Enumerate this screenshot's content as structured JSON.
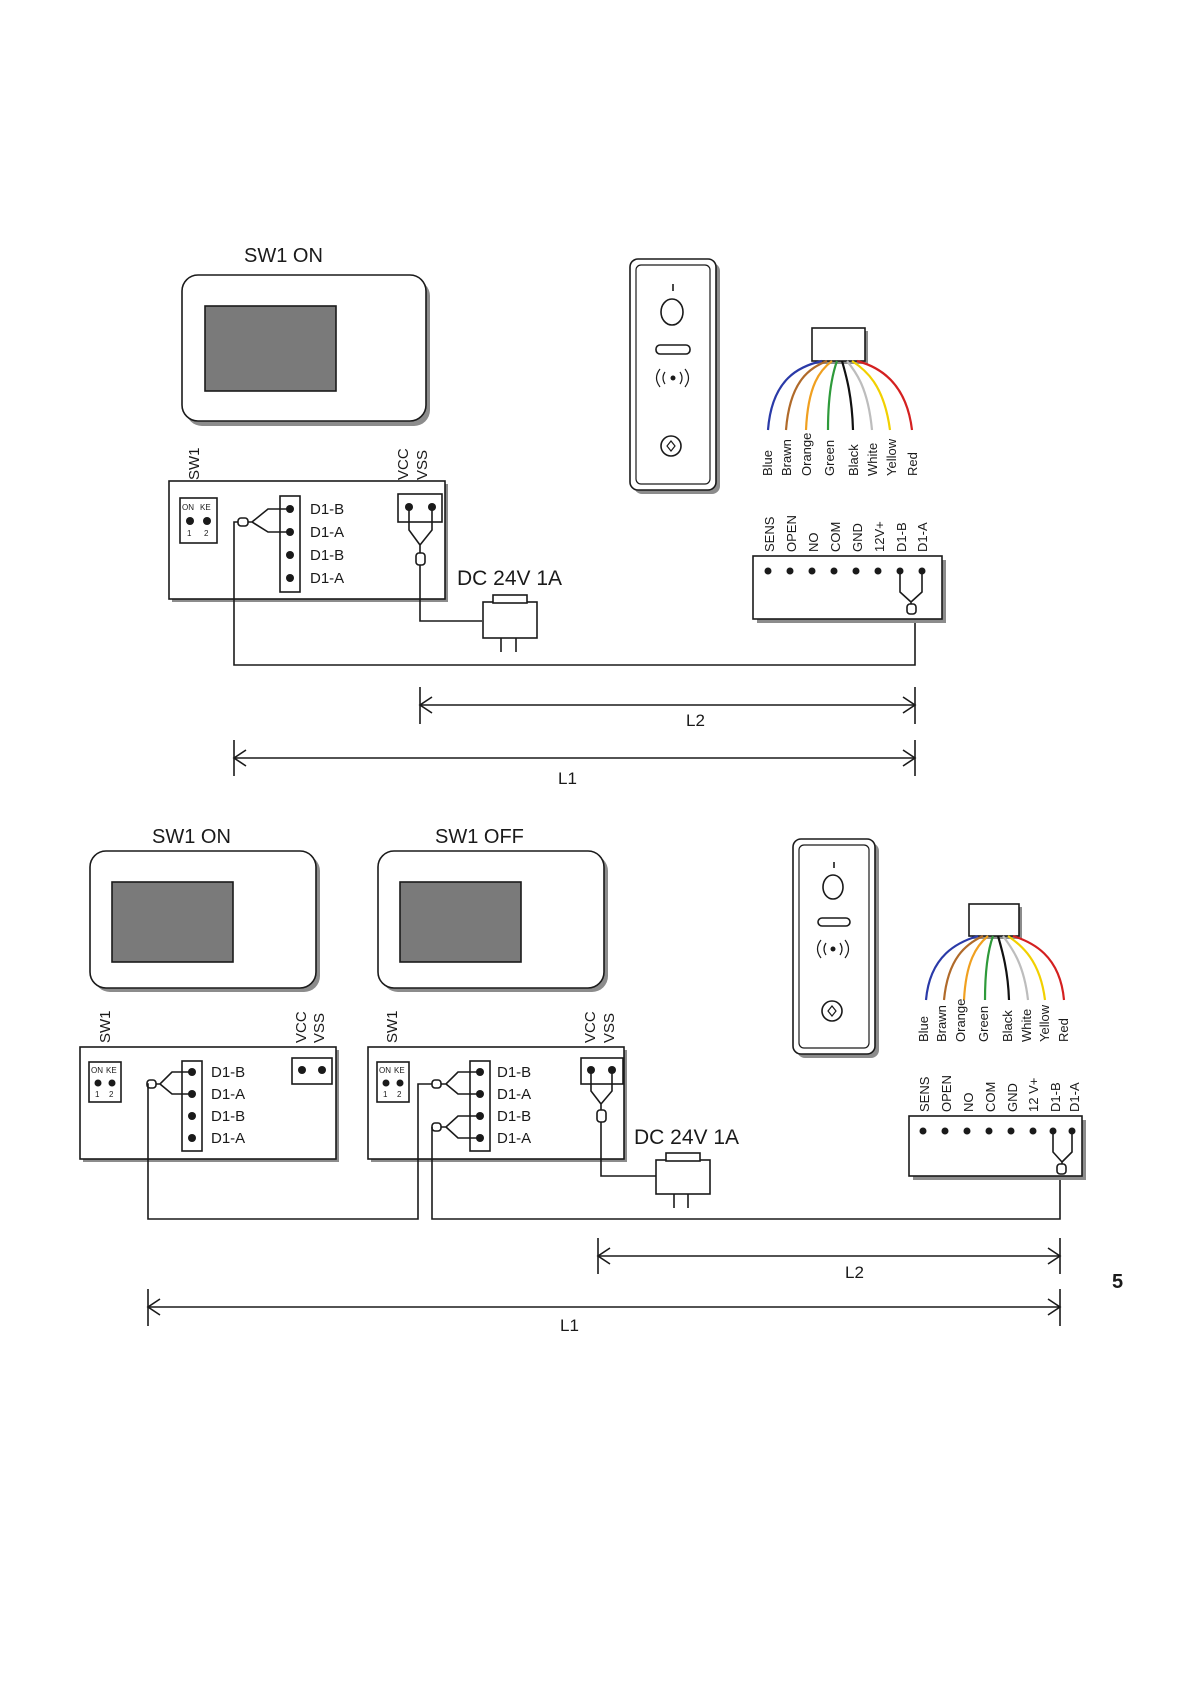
{
  "diagram1": {
    "monitor_title": "SW1 ON",
    "sw_label": "SW1",
    "sw_switch_labels": [
      "ON",
      "KE",
      "1",
      "2"
    ],
    "vcc_label": "VCC",
    "vss_label": "VSS",
    "terminals": [
      "D1-B",
      "D1-A",
      "D1-B",
      "D1-A"
    ],
    "power_label": "DC 24V 1A",
    "wires": [
      {
        "label": "Blue",
        "color": "#2a3aa8"
      },
      {
        "label": "Brawn",
        "color": "#b06a2a"
      },
      {
        "label": "Orange",
        "color": "#f0a020"
      },
      {
        "label": "Green",
        "color": "#2e9a3a"
      },
      {
        "label": "Black",
        "color": "#111111"
      },
      {
        "label": "White",
        "color": "#bdbdbd"
      },
      {
        "label": "Yellow",
        "color": "#f2d000"
      },
      {
        "label": "Red",
        "color": "#d42020"
      }
    ],
    "outdoor_terminals": [
      "SENS",
      "OPEN",
      "NO",
      "COM",
      "GND",
      "12V+",
      "D1-B",
      "D1-A"
    ],
    "dim_l2": "L2",
    "dim_l1": "L1"
  },
  "diagram2": {
    "monitor1_title": "SW1 ON",
    "monitor2_title": "SW1 OFF",
    "sw_label": "SW1",
    "sw_switch_labels": [
      "ON",
      "KE",
      "1",
      "2"
    ],
    "vcc_label": "VCC",
    "vss_label": "VSS",
    "terminals": [
      "D1-B",
      "D1-A",
      "D1-B",
      "D1-A"
    ],
    "power_label": "DC 24V 1A",
    "wires": [
      {
        "label": "Blue",
        "color": "#2a3aa8"
      },
      {
        "label": "Brawn",
        "color": "#b06a2a"
      },
      {
        "label": "Orange",
        "color": "#f0a020"
      },
      {
        "label": "Green",
        "color": "#2e9a3a"
      },
      {
        "label": "Black",
        "color": "#111111"
      },
      {
        "label": "White",
        "color": "#bdbdbd"
      },
      {
        "label": "Yellow",
        "color": "#f2d000"
      },
      {
        "label": "Red",
        "color": "#d42020"
      }
    ],
    "outdoor_terminals": [
      "SENS",
      "OPEN",
      "NO",
      "COM",
      "GND",
      "12 V+",
      "D1-B",
      "D1-A"
    ],
    "dim_l2": "L2",
    "dim_l1": "L1"
  },
  "page_number": "5"
}
